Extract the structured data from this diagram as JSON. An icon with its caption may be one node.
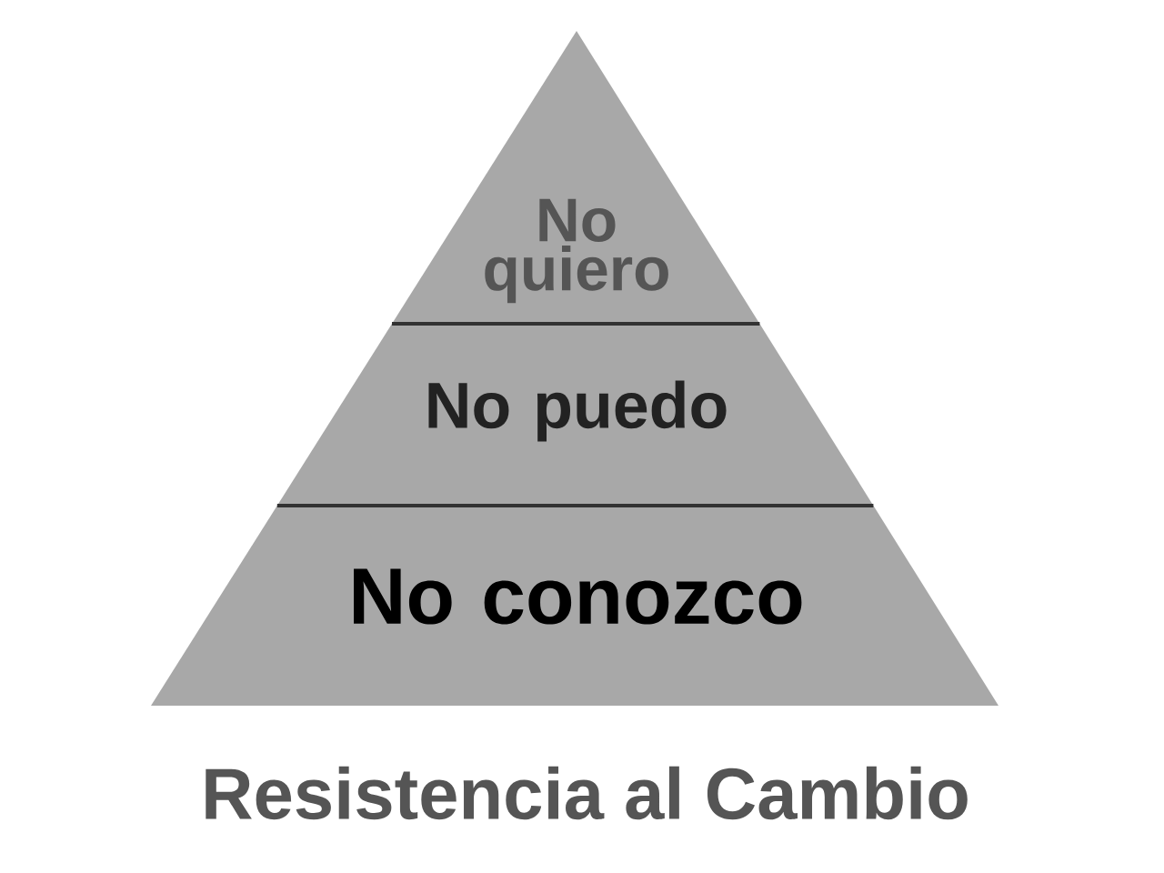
{
  "diagram": {
    "title": "Resistencia al Cambio",
    "nodes": [
      {
        "text": [
          "No quiero"
        ]
      },
      {
        "text": [
          "No puedo"
        ]
      },
      {
        "text": [
          "No conozco"
        ]
      }
    ]
  }
}
